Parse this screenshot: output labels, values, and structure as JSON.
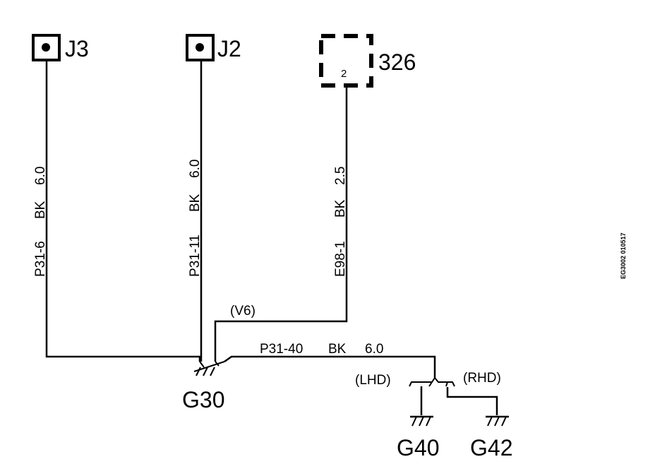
{
  "connectors": {
    "j3": "J3",
    "j2": "J2",
    "c326": "326",
    "c326_pin": "2"
  },
  "wires": {
    "w1": {
      "id": "P31-6",
      "color": "BK",
      "size": "6.0"
    },
    "w2": {
      "id": "P31-11",
      "color": "BK",
      "size": "6.0"
    },
    "w3": {
      "id": "E98-1",
      "color": "BK",
      "size": "2.5"
    },
    "w4": {
      "id": "P31-40",
      "color": "BK",
      "size": "6.0"
    }
  },
  "variant_label": "(V6)",
  "switch": {
    "lhd": "(LHD)",
    "rhd": "(RHD)"
  },
  "grounds": {
    "g30": "G30",
    "g40": "G40",
    "g42": "G42"
  },
  "figure_code": "EG3002 010517"
}
